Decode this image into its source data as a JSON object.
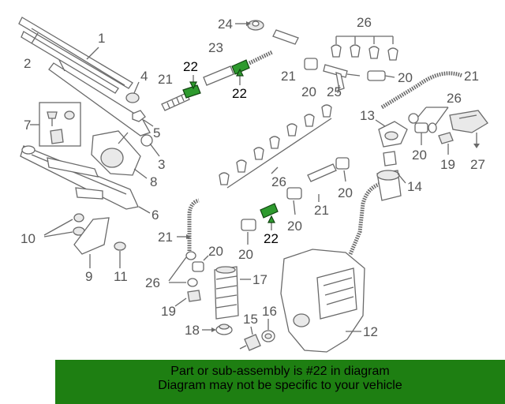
{
  "banner": {
    "line1": "Part or sub-assembly is #22 in diagram",
    "line2": "Diagram may not be specific to your vehicle"
  },
  "callouts": {
    "c1": "1",
    "c2": "2",
    "c3": "3",
    "c4": "4",
    "c5": "5",
    "c6": "6",
    "c7": "7",
    "c8": "8",
    "c9": "9",
    "c10": "10",
    "c11": "11",
    "c12": "12",
    "c13": "13",
    "c14": "14",
    "c15": "15",
    "c16": "16",
    "c17": "17",
    "c18": "18",
    "c19a": "19",
    "c19b": "19",
    "c20a": "20",
    "c20b": "20",
    "c20c": "20",
    "c20d": "20",
    "c20e": "20",
    "c20f": "20",
    "c20g": "20",
    "c21a": "21",
    "c21b": "21",
    "c21c": "21",
    "c21d": "21",
    "c21e": "21",
    "c22a": "22",
    "c22b": "22",
    "c22c": "22",
    "c23": "23",
    "c24": "24",
    "c25": "25",
    "c26a": "26",
    "c26b": "26",
    "c26c": "26",
    "c26d": "26",
    "c27": "27"
  },
  "highlight_color": "#2e9a2e",
  "banner_color": "#1e7f12"
}
